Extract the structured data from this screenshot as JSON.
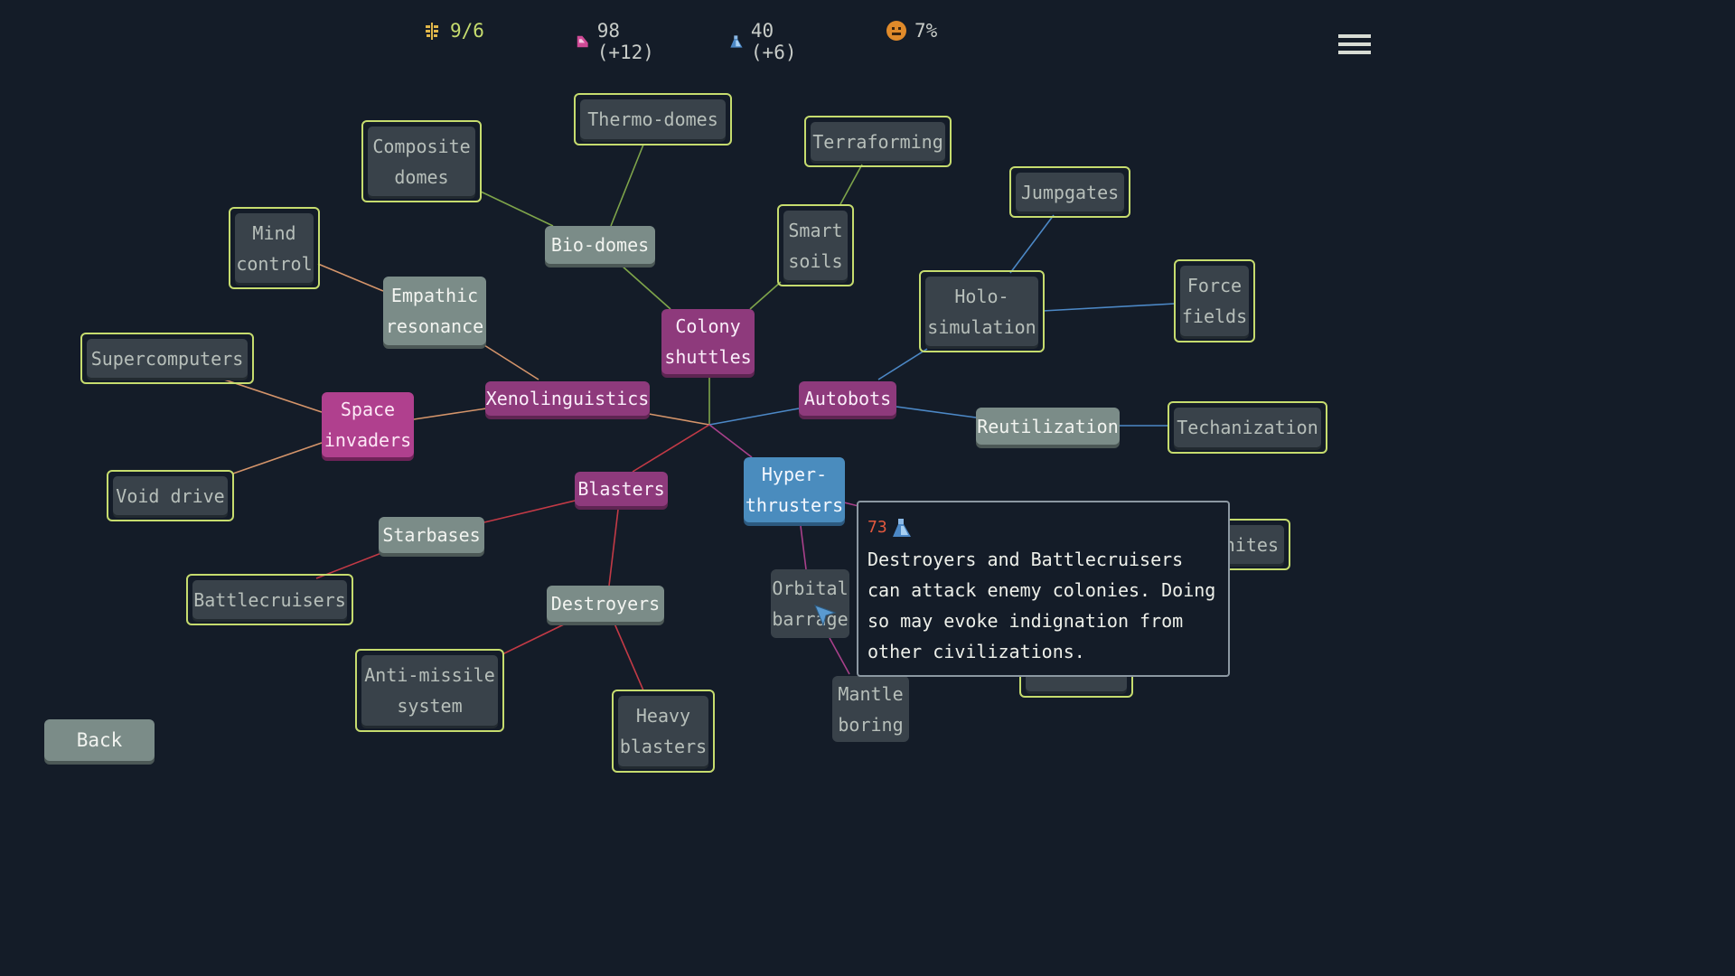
{
  "resources": {
    "population": "9/6",
    "energy": "98 (+12)",
    "science": "40 (+6)",
    "happiness": "7%"
  },
  "colors": {
    "locked_border": "#c6dc6e",
    "completed": "#8e3a7c",
    "available": "#7b8c88",
    "selected": "#4a8cbe",
    "biome_line": "#7ea44a",
    "science_line": "#d4946a",
    "tech_line": "#4c88c6",
    "military_line": "#c23a46",
    "cost_text": "#e2583e"
  },
  "nodes": {
    "thermo_domes": "Thermo-domes",
    "composite_domes": "Composite\ndomes",
    "terraforming": "Terraforming",
    "jumpgates": "Jumpgates",
    "mind_control": "Mind\ncontrol",
    "bio_domes": "Bio-domes",
    "smart_soils": "Smart\nsoils",
    "empathic_resonance": "Empathic\nresonance",
    "colony_shuttles": "Colony\nshuttles",
    "holo_simulation": "Holo-\nsimulation",
    "force_fields": "Force\nfields",
    "supercomputers": "Supercomputers",
    "space_invaders": "Space\ninvaders",
    "xenolinguistics": "Xenolinguistics",
    "autobots": "Autobots",
    "reutilization": "Reutilization",
    "techanization": "Techanization",
    "void_drive": "Void drive",
    "blasters": "Blasters",
    "hyper_thrusters": "Hyper-\nthrusters",
    "nanites": "nites",
    "starbases": "Starbases",
    "battlecruisers": "Battlecruisers",
    "destroyers": "Destroyers",
    "orbital_barrage": "Orbital\nbarrage",
    "anti_missile": "Anti-missile\nsystem",
    "heavy_blasters": "Heavy\nblasters",
    "mantle_boring": "Mantle\nboring"
  },
  "tooltip": {
    "cost": "73",
    "cost_icon": "science-flask-icon",
    "text": "Destroyers and Battlecruisers\ncan attack enemy colonies. Doing\nso may evoke indignation from\nother civilizations."
  },
  "back_label": "Back"
}
